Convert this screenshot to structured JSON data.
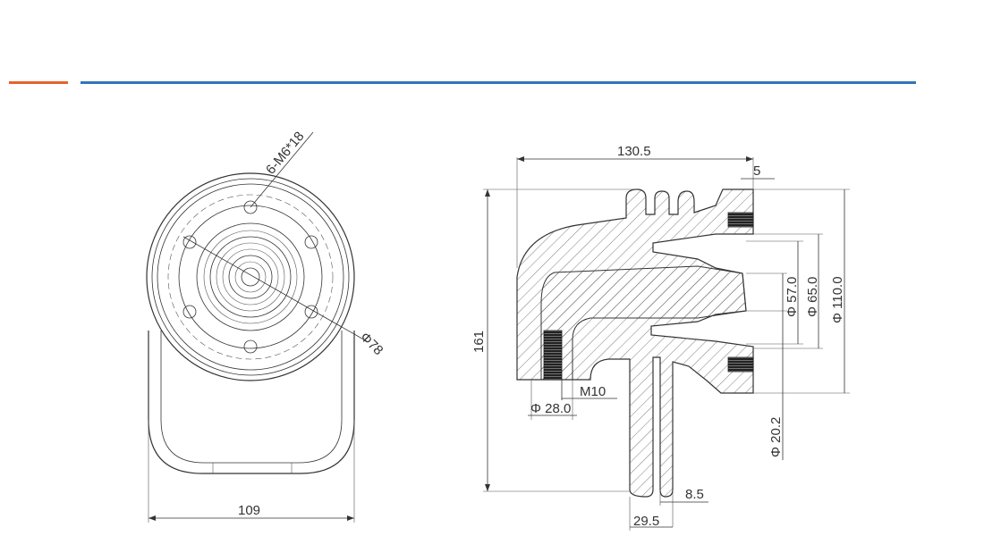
{
  "header": {
    "accent_color": "#e8622a",
    "rule_color": "#3274b8"
  },
  "front_view": {
    "bolt_label": "6-M6*18",
    "diameter_label": "Φ78",
    "width_label": "109"
  },
  "section_view": {
    "length_label": "130.5",
    "flange_label": "5",
    "height_label": "161",
    "thread_label": "M10",
    "bore_label": "Φ 28.0",
    "dia_57_label": "Φ 57.0",
    "dia_65_label": "Φ 65.0",
    "dia_110_label": "Φ 110.0",
    "dia_20_label": "Φ 20.2",
    "slot_label": "8.5",
    "stem_label": "29.5"
  }
}
